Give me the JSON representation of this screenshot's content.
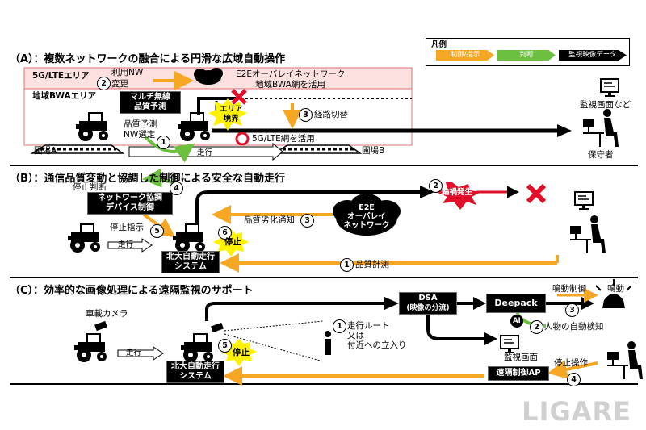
{
  "legend": {
    "title": "凡例",
    "items": [
      {
        "label": "制御/指示",
        "color": "#f5a623"
      },
      {
        "label": "判断",
        "color": "#6dbf3f"
      },
      {
        "label": "監視映像データ",
        "color": "#000000"
      }
    ]
  },
  "sectionA": {
    "title": "（A）：複数ネットワークの融合による円滑な広域自動操作",
    "area_5g": "5G/LTEエリア",
    "area_bwa": "地域BWAエリア",
    "step2_line1": "利用NW",
    "step2_line2": "変更",
    "e2e_label": "E2Eオーバレイネットワーク",
    "bwa_use": "地域BWA網を活用",
    "multi_line1": "マルチ無線",
    "multi_line2": "品質予測",
    "boundary_line1": "エリア",
    "boundary_line2": "境界",
    "route_switch": "経路切替",
    "quality_line1": "品質予測",
    "quality_line2": "NW選定",
    "use_5g": "5G/LTE網を活用",
    "field_a": "圃場A",
    "field_b": "圃場B",
    "drive": "走行",
    "monitor_screen": "監視画面など",
    "operator": "保守者",
    "nums": {
      "n1": "1",
      "n2": "2",
      "n3": "3"
    }
  },
  "sectionB": {
    "title": "（B）：通信品質変動と協調した制御による安全な自動走行",
    "stop_judge": "停止判断",
    "nw_line1": "ネットワーク協調",
    "nw_line2": "デバイス制御",
    "accident": "輪禍発生",
    "e2e_line1": "E2E",
    "e2e_line2": "オーバレイ",
    "e2e_line3": "ネットワーク",
    "degrade": "品質劣化通知",
    "stop_instr": "停止指示",
    "stop": "停止",
    "drive": "走行",
    "system_line1": "北大自動走行",
    "system_line2": "システム",
    "measure": "品質計測",
    "nums": {
      "n1": "1",
      "n2": "2",
      "n3": "3",
      "n4": "4",
      "n5": "5",
      "n6": "6"
    }
  },
  "sectionC": {
    "title": "（C）：効率的な画像処理による遠隔監視のサポート",
    "dsa_line1": "DSA",
    "dsa_line2": "(映像の分流)",
    "deepack": "Deepack",
    "alarm_ctrl": "鳴動制御",
    "alarm": "鳴動",
    "camera": "車載カメラ",
    "route_line1": "走行ルート",
    "route_line2": "又は",
    "route_line3": "付近への立入り",
    "ai": "AI",
    "person_detect": "人物の自動検知",
    "monitor_screen": "監視画面",
    "stop_op": "停止操作",
    "remote_ap": "遠隔制御AP",
    "stop": "停止",
    "drive": "走行",
    "system_line1": "北大自動走行",
    "system_line2": "システム",
    "nums": {
      "n1": "1",
      "n2": "2",
      "n3": "3",
      "n4": "4",
      "n5": "5"
    }
  },
  "watermark": "LIGARE",
  "colors": {
    "orange": "#f5a623",
    "green": "#6dbf3f",
    "pink": "#fde0e0",
    "red": "#e0102a",
    "yellow": "#fff200"
  }
}
